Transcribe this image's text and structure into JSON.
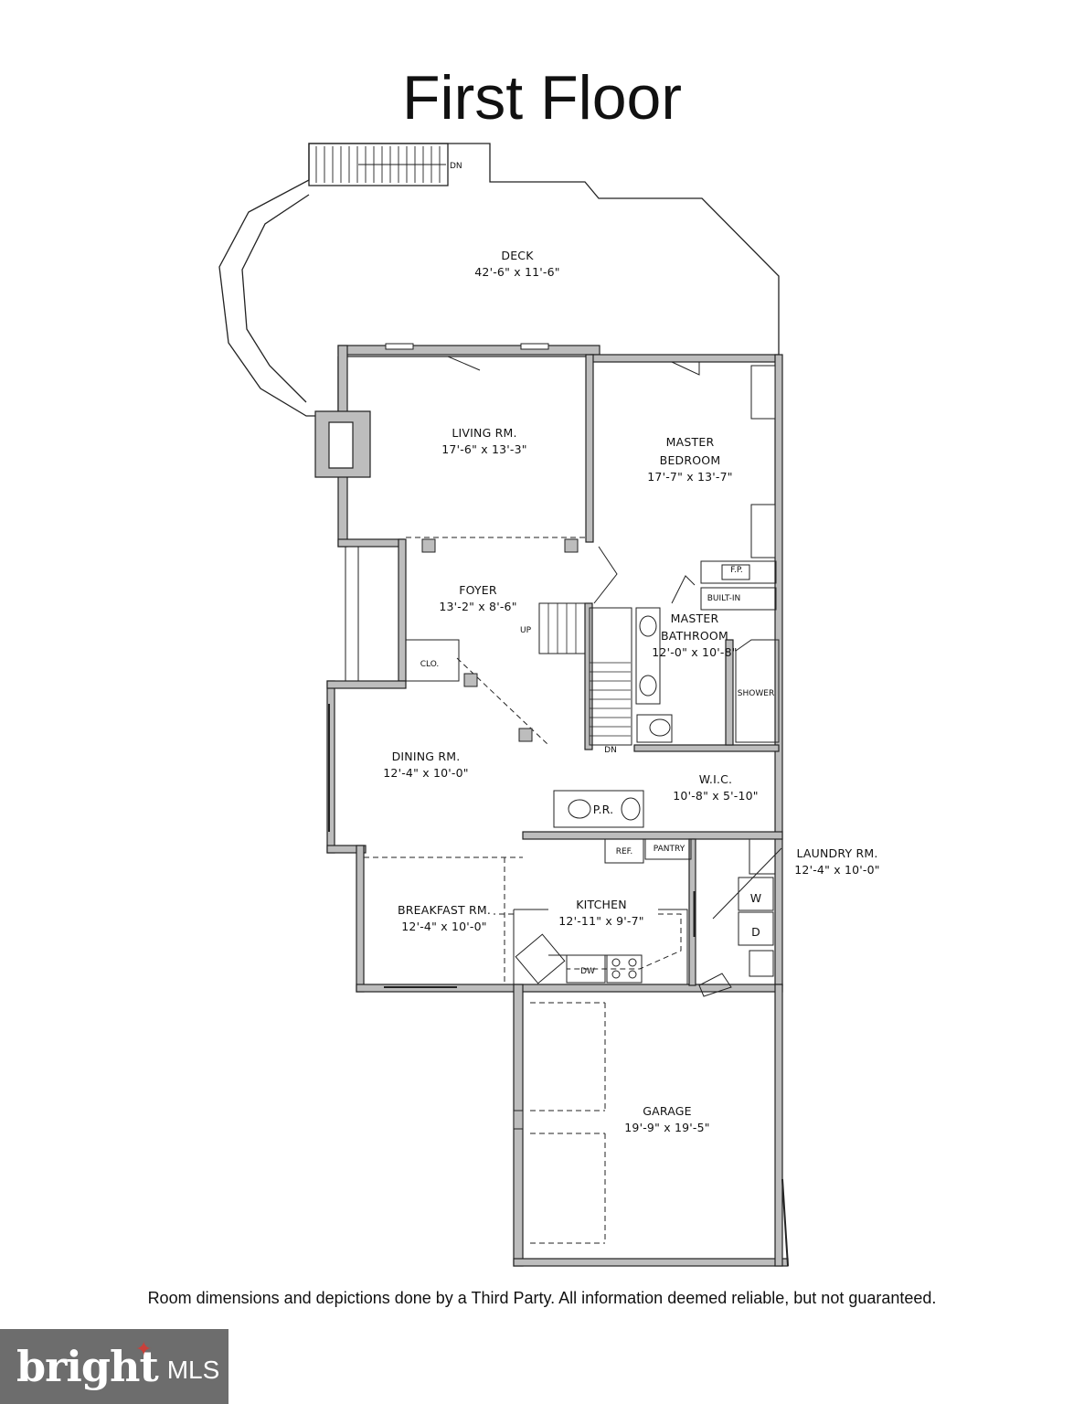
{
  "title": "First Floor",
  "disclaimer": "Room dimensions and depictions done by a Third Party. All information deemed reliable, but not guaranteed.",
  "logo": {
    "word": "bright",
    "suffix": "MLS",
    "accent_color": "#c9403a",
    "bg_color": "#6d6d6d"
  },
  "rooms": {
    "deck": {
      "name": "DECK",
      "dims": "42'-6\" x 11'-6\""
    },
    "living": {
      "name": "LIVING RM.",
      "dims": "17'-6\" x 13'-3\""
    },
    "master_bedroom": {
      "name1": "MASTER",
      "name2": "BEDROOM",
      "dims": "17'-7\" x 13'-7\""
    },
    "foyer": {
      "name": "FOYER",
      "dims": "13'-2\" x 8'-6\""
    },
    "master_bath": {
      "name1": "MASTER",
      "name2": "BATHROOM",
      "dims": "12'-0\" x 10'-8\""
    },
    "dining": {
      "name": "DINING RM.",
      "dims": "12'-4\" x 10'-0\""
    },
    "wic": {
      "name": "W.I.C.",
      "dims": "10'-8\" x 5'-10\""
    },
    "breakfast": {
      "name": "BREAKFAST RM.",
      "dims": "12'-4\" x 10'-0\""
    },
    "kitchen": {
      "name": "KITCHEN",
      "dims": "12'-11\" x 9'-7\""
    },
    "laundry": {
      "name": "LAUNDRY RM.",
      "dims": "12'-4\" x 10'-0\""
    },
    "garage": {
      "name": "GARAGE",
      "dims": "19'-9\" x 19'-5\""
    }
  },
  "labels": {
    "dn_top": "DN",
    "dn_stair": "DN",
    "up": "UP",
    "clo": "CLO.",
    "fp": "F.P.",
    "built_in": "BUILT-IN",
    "shower": "SHOWER",
    "pr": "P.R.",
    "ref": "REF.",
    "pantry": "PANTRY",
    "dw": "DW",
    "washer": "W",
    "dryer": "D"
  }
}
